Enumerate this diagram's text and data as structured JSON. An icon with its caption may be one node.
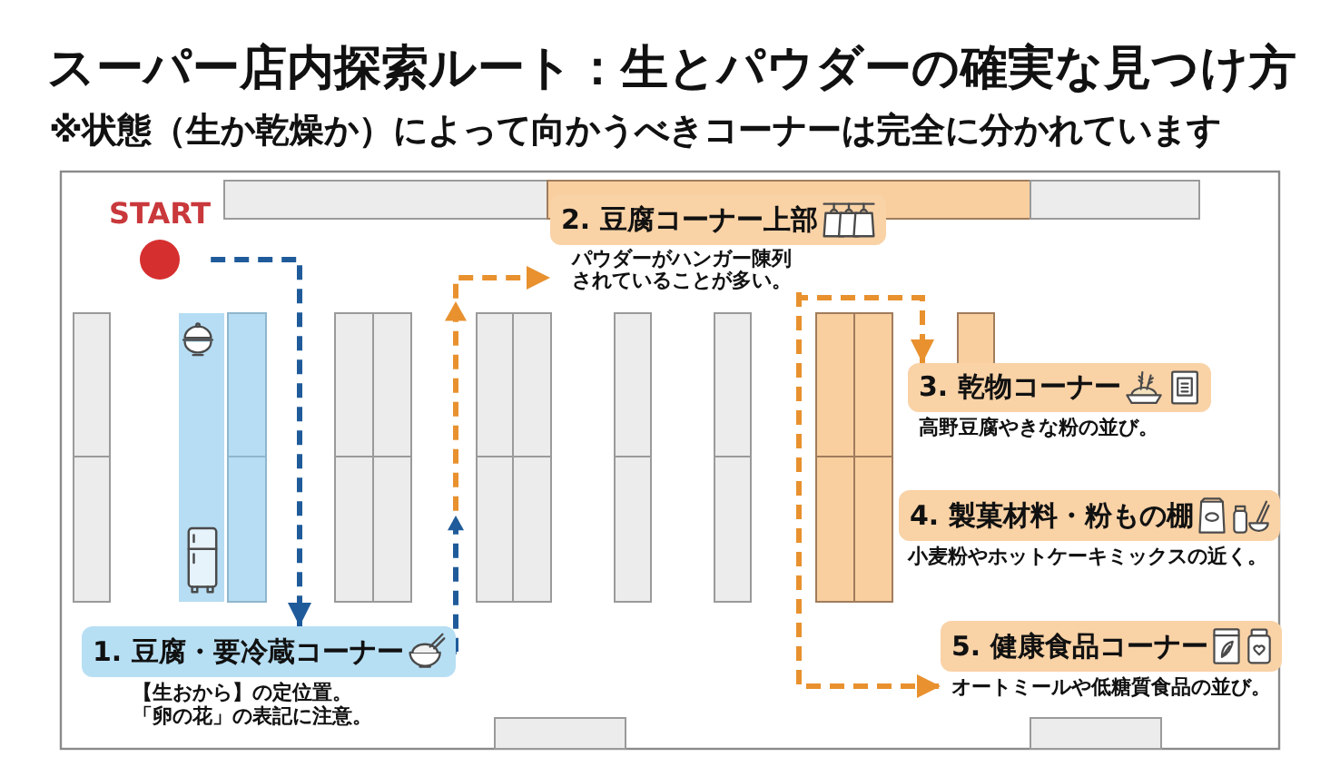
{
  "diagram": {
    "title": "スーパー店内探索ルート：生とパウダーの確実な見つけ方",
    "nodes": [
      {
        "text": [
          "START"
        ]
      },
      {
        "text": [
          "1. 豆腐・要冷蔵コーナー"
        ],
        "beside": [
          "【生おから】の定位置。",
          "「卵の花」の表記に注意。"
        ]
      },
      {
        "text": [
          "2. 豆腐コーナー上部"
        ],
        "beside": [
          "パウダーがハンガー陳列されていることが多い。"
        ]
      },
      {
        "text": [
          "3. 乾物コーナー"
        ],
        "beside": [
          "高野豆腐やきな粉の並び。"
        ]
      },
      {
        "text": [
          "4. 製菓材料・粉もの棚"
        ],
        "beside": [
          "小麦粉やホットケーキミックスの近く。"
        ]
      },
      {
        "text": [
          "5. 健康食品コーナー"
        ],
        "beside": [
          "オートミールや低糖質食品の並び。"
        ]
      }
    ],
    "edges": [
      {
        "from": 0,
        "to": 1,
        "arrow": "to",
        "style": "dashed",
        "color": "#1f5b9a"
      },
      {
        "from": 1,
        "to": 2,
        "arrow": "to",
        "style": "dashed"
      },
      {
        "from": 2,
        "to": 3,
        "arrow": "to",
        "style": "dashed"
      },
      {
        "from": 2,
        "to": 5,
        "arrow": "to",
        "style": "dashed"
      }
    ],
    "labels": [
      "※状態（生か乾燥か）によって向かうべきコーナーは完全に分かれています"
    ]
  }
}
